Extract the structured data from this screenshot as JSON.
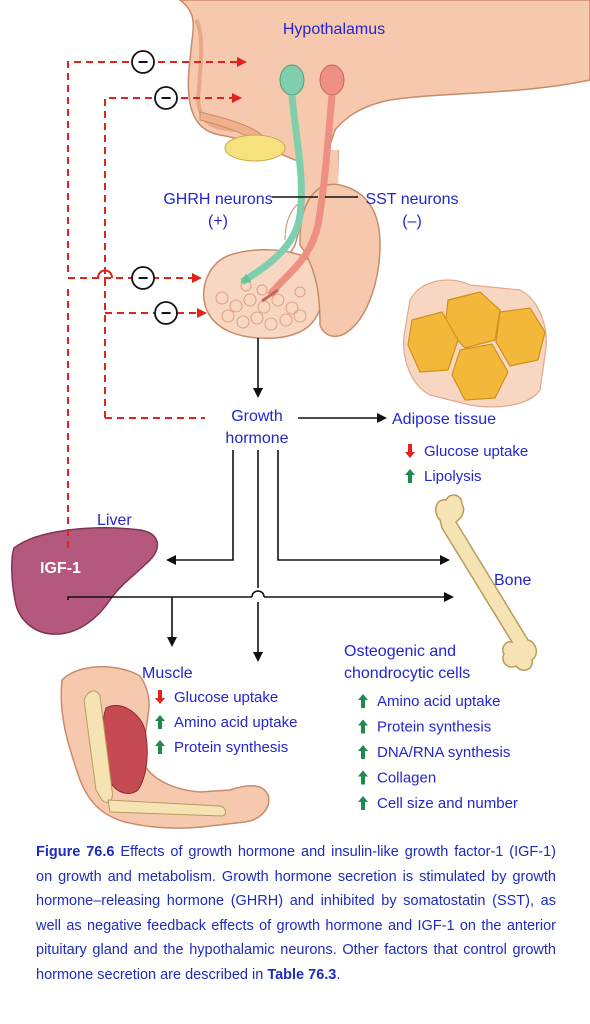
{
  "labels": {
    "hypothalamus": "Hypothalamus",
    "ghrh_neurons": "GHRH neurons",
    "ghrh_sign": "(+)",
    "sst_neurons": "SST neurons",
    "sst_sign": "(–)",
    "growth_hormone_1": "Growth",
    "growth_hormone_2": "hormone",
    "adipose_tissue": "Adipose tissue",
    "liver": "Liver",
    "igf1": "IGF-1",
    "bone": "Bone",
    "muscle": "Muscle",
    "osteogenic_1": "Osteogenic and",
    "osteogenic_2": "chondrocytic cells",
    "inhibit_symbol": "−"
  },
  "adipose_effects": [
    {
      "direction": "down",
      "text": "Glucose uptake"
    },
    {
      "direction": "up",
      "text": "Lipolysis"
    }
  ],
  "muscle_effects": [
    {
      "direction": "down",
      "text": "Glucose uptake"
    },
    {
      "direction": "up",
      "text": "Amino acid uptake"
    },
    {
      "direction": "up",
      "text": "Protein synthesis"
    }
  ],
  "bone_effects": [
    {
      "direction": "up",
      "text": "Amino acid uptake"
    },
    {
      "direction": "up",
      "text": "Protein synthesis"
    },
    {
      "direction": "up",
      "text": "DNA/RNA synthesis"
    },
    {
      "direction": "up",
      "text": "Collagen"
    },
    {
      "direction": "up",
      "text": "Cell size and number"
    }
  ],
  "caption": {
    "figure_label": "Figure 76.6",
    "text": " Effects of growth hormone and insulin-like growth factor-1 (IGF-1) on growth and metabolism. Growth hormone secretion is stimulated by growth hormone–releasing hormone (GHRH) and inhibited by somatostatin (SST), as well as negative feedback effects of growth hormone and IGF-1 on the anterior pituitary gland and the hypothalamic neurons. Other factors that control growth hormone secretion are described in ",
    "table_ref": "Table 76.3",
    "end": "."
  },
  "colors": {
    "text_blue": "#2326cc",
    "feedback_red": "#e0241b",
    "up_arrow_green": "#1f8a4c",
    "down_arrow_red": "#e0241b",
    "tissue_pink": "#f6c9ae",
    "liver": "#b4597d",
    "fat_cell": "#f3b83a",
    "ghrh_neuron": "#7fcfae",
    "sst_neuron": "#ee8f84"
  }
}
